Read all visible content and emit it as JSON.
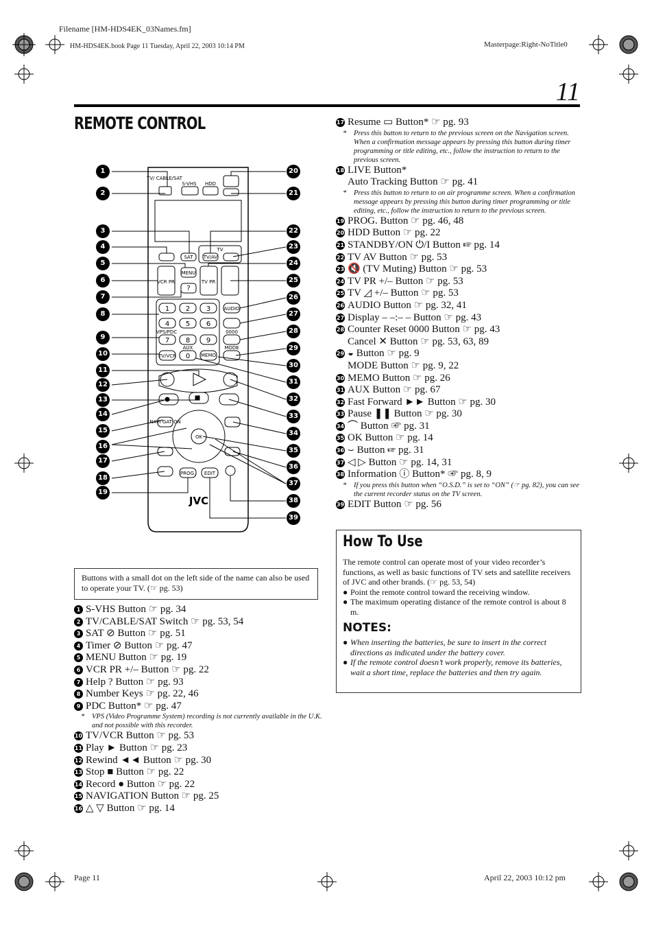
{
  "header": {
    "filename": "Filename [HM-HDS4EK_03Names.fm]",
    "bookline": "HM-HDS4EK.book  Page 11  Tuesday, April 22, 2003  10:14 PM",
    "masterpage": "Masterpage:Right-NoTitle0"
  },
  "page_number": "11",
  "title": "REMOTE CONTROL",
  "remote": {
    "labels": {
      "tv_cable_sat": "TV/ CABLE/SAT",
      "svhs": "S-VHS",
      "hdd": "HDD",
      "tv": "TV",
      "tv_av": "TV/AV",
      "sat": "SAT",
      "menu": "MENU",
      "vcr_pr": "VCR PR",
      "tv_pr": "TV PR",
      "vps_pdc": "VPS/PDC",
      "aux": "AUX",
      "audio": "AUDIO",
      "counter": "0000",
      "mode": "MODE",
      "tv_vcr": "TV/VCR",
      "memo": "MEMO",
      "ok": "OK",
      "navigation": "NAVI GATION",
      "prog": "PROG.",
      "edit": "EDIT",
      "brand": "JVC",
      "help": "?",
      "keys": [
        "1",
        "2",
        "3",
        "4",
        "5",
        "6",
        "7",
        "8",
        "9",
        "0"
      ]
    },
    "callouts_left": [
      "1",
      "2",
      "3",
      "4",
      "5",
      "6",
      "7",
      "8",
      "9",
      "10",
      "11",
      "12",
      "13",
      "14",
      "15",
      "16",
      "17",
      "18",
      "19"
    ],
    "callouts_right": [
      "20",
      "21",
      "22",
      "23",
      "24",
      "25",
      "26",
      "27",
      "28",
      "29",
      "30",
      "31",
      "32",
      "33",
      "34",
      "35",
      "36",
      "37",
      "38",
      "39"
    ]
  },
  "tv_info": "Buttons with a small dot on the left side of the name can also be used to operate your TV. (☞ pg. 53)",
  "left_list": [
    {
      "n": "1",
      "text": "S-VHS Button ☞ pg. 34"
    },
    {
      "n": "2",
      "text": "TV/CABLE/SAT Switch ☞ pg. 53, 54"
    },
    {
      "n": "3",
      "text": "SAT ⊘ Button ☞ pg. 51"
    },
    {
      "n": "4",
      "text": "Timer ⊘ Button ☞ pg. 47"
    },
    {
      "n": "5",
      "text": "MENU Button ☞ pg. 19"
    },
    {
      "n": "6",
      "text": "VCR PR +/– Button ☞ pg. 22"
    },
    {
      "n": "7",
      "text": "Help ? Button ☞ pg. 93"
    },
    {
      "n": "8",
      "text": "Number Keys ☞ pg. 22, 46"
    },
    {
      "n": "9",
      "text": "PDC Button* ☞ pg. 47"
    },
    {
      "n": "10",
      "text": "TV/VCR Button ☞ pg. 53"
    },
    {
      "n": "11",
      "text": "Play ► Button ☞ pg. 23"
    },
    {
      "n": "12",
      "text": "Rewind ◄◄ Button ☞ pg. 30"
    },
    {
      "n": "13",
      "text": "Stop ■ Button ☞ pg. 22"
    },
    {
      "n": "14",
      "text": "Record ● Button ☞ pg. 22"
    },
    {
      "n": "15",
      "text": "NAVIGATION Button ☞ pg. 25"
    },
    {
      "n": "16",
      "text": "△ ▽ Button ☞ pg. 14"
    }
  ],
  "pdc_note": "VPS (Video Programme System) recording is not currently available in the U.K. and not possible with this recorder.",
  "right_list": {
    "r17": "Resume ▭ Button* ☞ pg. 93",
    "r17_note": "Press this button to return to the previous screen on the Navigation screen. When a confirmation message appears by pressing this button during timer programming or title editing, etc., follow the instruction to return to the previous screen.",
    "r18a": "LIVE Button*",
    "r18b": "Auto Tracking Button ☞ pg. 41",
    "r18_note": "Press this button to return to on air programme screen. When a confirmation message appears by pressing this button during timer programming or title editing, etc., follow the instruction to return to the previous screen.",
    "r19": "PROG. Button ☞ pg. 46, 48",
    "r20": "HDD Button ☞ pg. 22",
    "r21": "STANDBY/ON ⏻/I Button ☞ pg. 14",
    "r22": "TV AV Button ☞ pg. 53",
    "r23": "🔇 (TV Muting) Button ☞ pg. 53",
    "r24": "TV PR +/– Button ☞ pg. 53",
    "r25": "TV ◿ +/– Button ☞ pg. 53",
    "r26": "AUDIO Button ☞ pg. 32, 41",
    "r27": "Display – –:– – Button ☞ pg. 43",
    "r28a": "Counter Reset 0000 Button ☞ pg. 43",
    "r28b": "Cancel ✕ Button ☞ pg. 53, 63, 89",
    "r29a": "◒ Button ☞ pg. 9",
    "r29b": "MODE Button ☞ pg. 9, 22",
    "r30": "MEMO Button ☞ pg. 26",
    "r31": "AUX Button ☞ pg. 67",
    "r32": "Fast Forward ►► Button ☞ pg. 30",
    "r33": "Pause ❚❚ Button ☞ pg. 30",
    "r34": "⌒ Button ☞ pg. 31",
    "r35": "OK Button ☞ pg. 14",
    "r36": "⌣ Button ☞ pg. 31",
    "r37": "◁ ▷ Button ☞ pg. 14, 31",
    "r38": "Information ⓘ Button* ☞ pg. 8, 9",
    "r38_note": "If you press this button when “O.S.D.” is set to “ON” (☞ pg. 82), you can see the current recorder status on the TV screen.",
    "r39": "EDIT Button ☞ pg. 56"
  },
  "howto": {
    "title": "How To Use",
    "intro": "The remote control can operate most of your video recorder’s functions, as well as basic functions of TV sets and satellite receivers of JVC and other brands. (☞ pg. 53, 54)",
    "bullets": [
      "Point the remote control toward the receiving window.",
      "The maximum operating distance of the remote control is about 8 m."
    ],
    "notes_title": "NOTES:",
    "notes": [
      "When inserting the batteries, be sure to insert in the correct directions as indicated under the battery cover.",
      "If the remote control doesn’t work properly, remove its batteries, wait a short time, replace the batteries and then try again."
    ]
  },
  "footer": {
    "page": "Page 11",
    "date": "April 22, 2003 10:12 pm"
  }
}
